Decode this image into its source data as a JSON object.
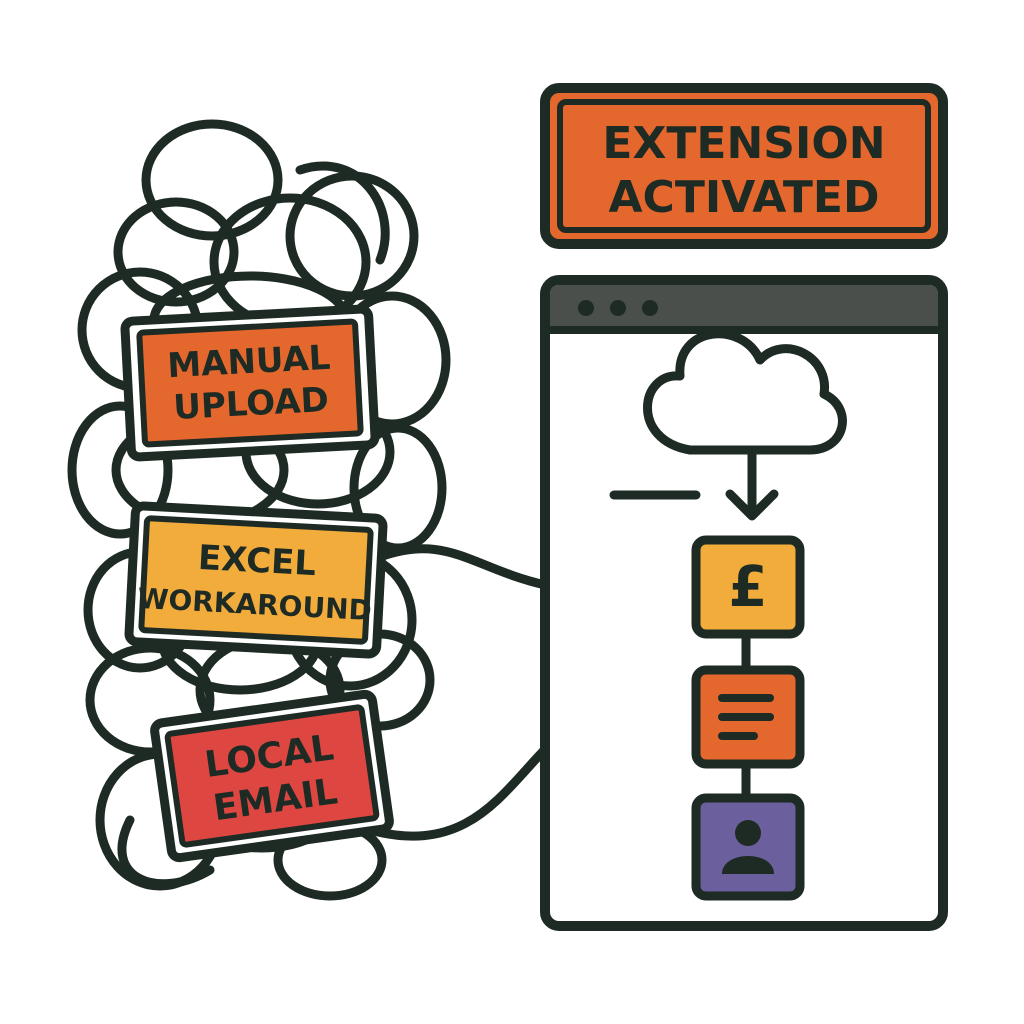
{
  "banner": {
    "line1": "EXTENSION",
    "line2": "ACTIVATED",
    "color": "#e4682d"
  },
  "tags": [
    {
      "line1": "MANUAL",
      "line2": "UPLOAD",
      "color": "#e4682d"
    },
    {
      "line1": "EXCEL",
      "line2": "WORKAROUND",
      "color": "#f2ac3c"
    },
    {
      "line1": "LOCAL",
      "line2": "EMAIL",
      "color": "#dd4641"
    }
  ],
  "window": {
    "title_bar_color": "#4a4f4c",
    "background": "#ffffff"
  },
  "pipeline": {
    "currency_symbol": "£",
    "nodes": [
      {
        "icon": "pound-icon",
        "color": "#f2ac3c"
      },
      {
        "icon": "document-lines-icon",
        "color": "#e4682d"
      },
      {
        "icon": "user-icon",
        "color": "#6c5f9d"
      }
    ]
  },
  "outline_color": "#1e2a24"
}
